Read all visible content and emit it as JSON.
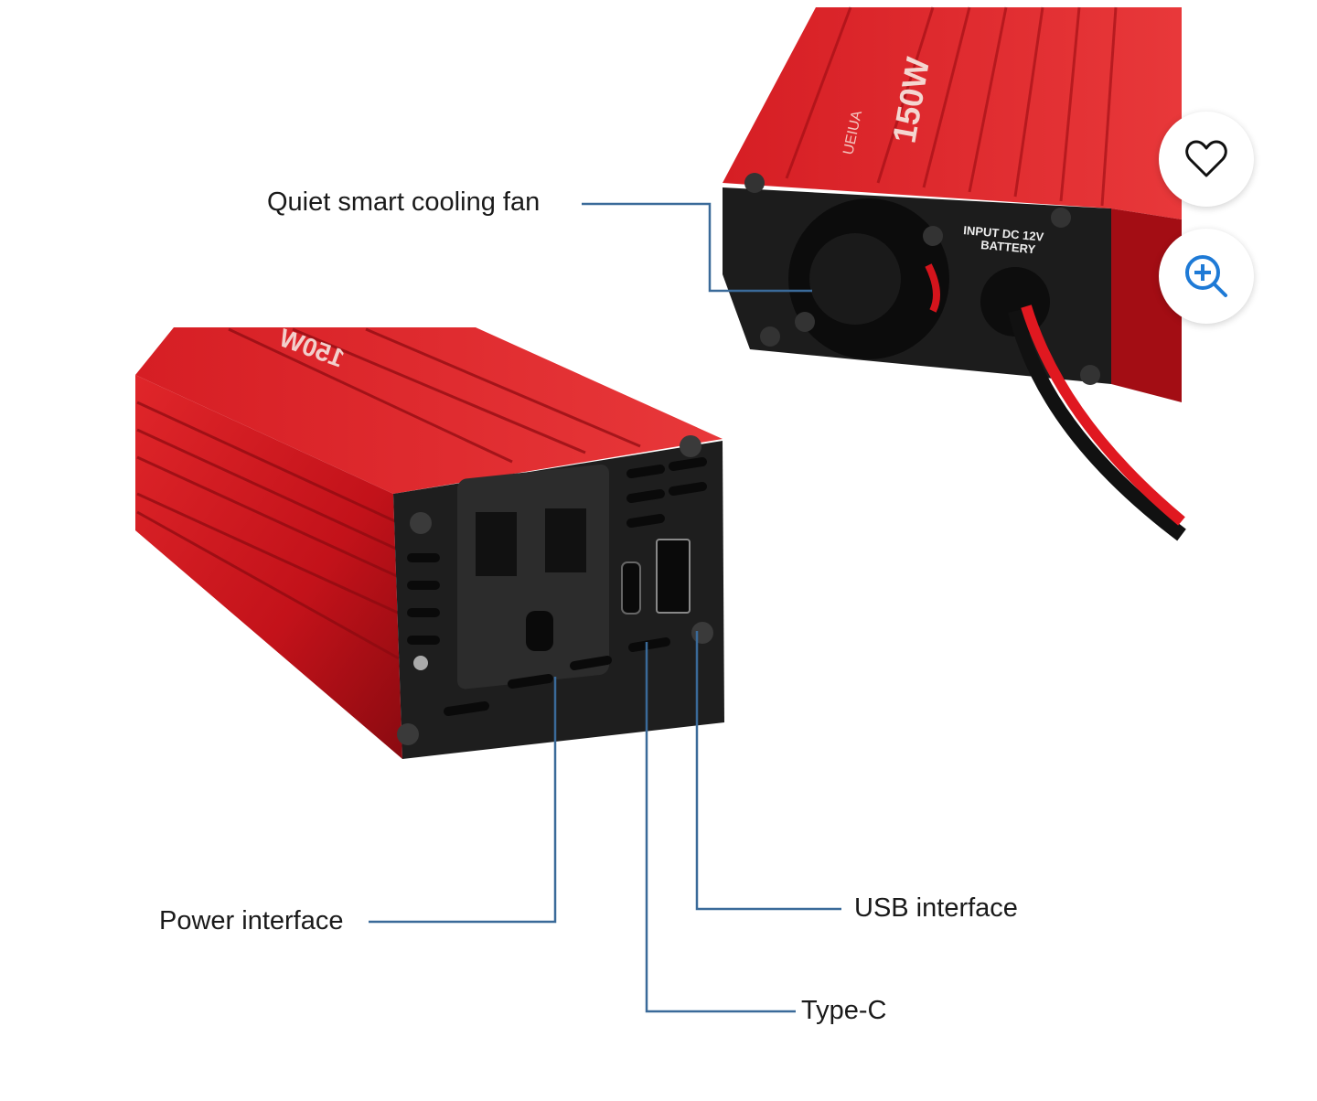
{
  "product_image": {
    "callouts": {
      "fan": "Quiet smart cooling fan",
      "power": "Power interface",
      "usb": "USB interface",
      "typec": "Type-C"
    },
    "device_text": {
      "rear_wattage": "150W",
      "rear_brand": "UEIUA",
      "rear_input_line1": "INPUT DC 12V",
      "rear_input_line2": "BATTERY",
      "front_wattage": "150W"
    }
  },
  "actions": {
    "favorite_icon": "heart-outline-icon",
    "zoom_icon": "zoom-in-icon"
  },
  "colors": {
    "callout_line": "#3a6a99",
    "device_red": "#c8141c",
    "zoom_icon": "#1e7ad6"
  }
}
